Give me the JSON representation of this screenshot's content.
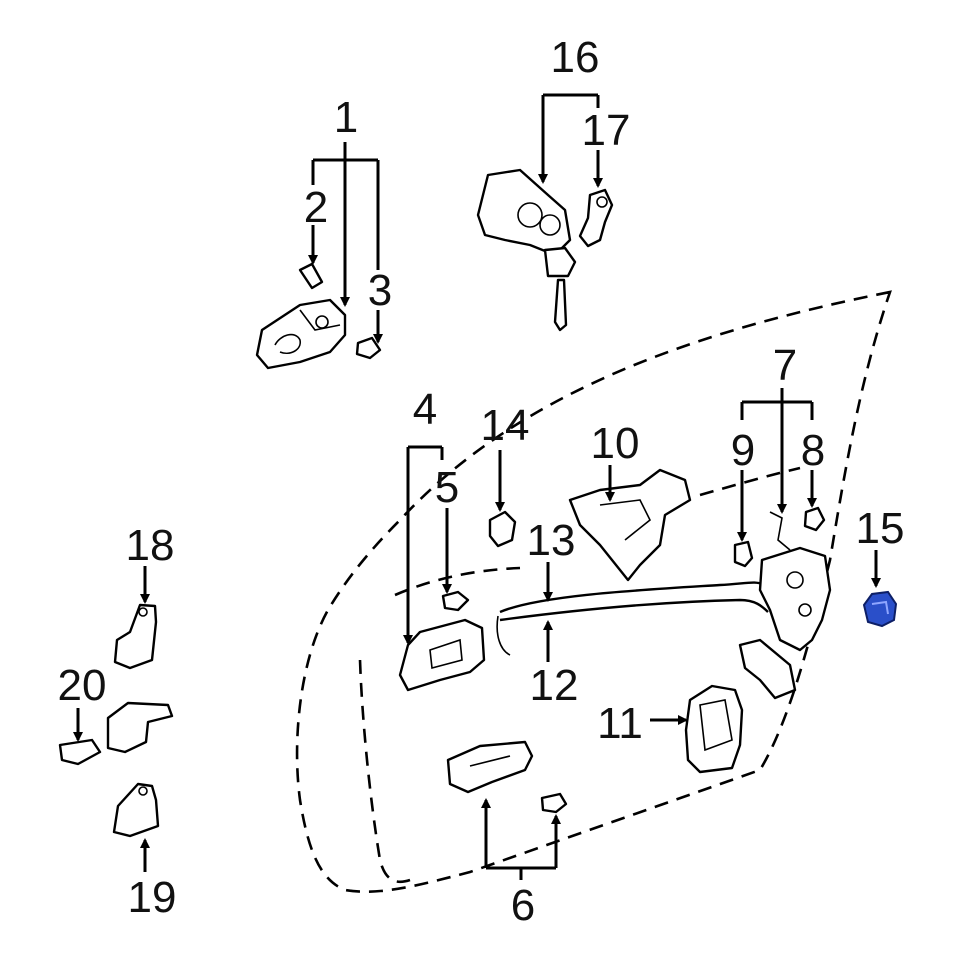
{
  "diagram": {
    "callouts": {
      "c1": "1",
      "c2": "2",
      "c3": "3",
      "c4": "4",
      "c5": "5",
      "c6": "6",
      "c7": "7",
      "c8": "8",
      "c9": "9",
      "c10": "10",
      "c11": "11",
      "c12": "12",
      "c13": "13",
      "c14": "14",
      "c15": "15",
      "c16": "16",
      "c17": "17",
      "c18": "18",
      "c19": "19",
      "c20": "20"
    },
    "highlight_part": "15",
    "colors": {
      "line": "#000000",
      "highlight": "#2a4fc9",
      "background": "#ffffff"
    }
  }
}
